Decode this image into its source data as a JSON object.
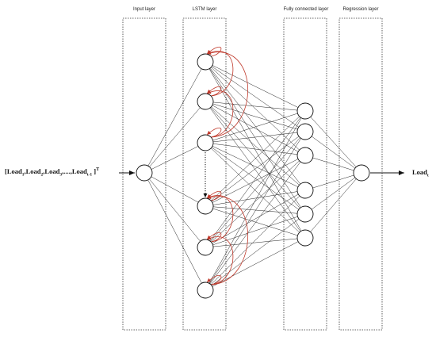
{
  "layers": {
    "input": "Input layer",
    "lstm": "LSTM layer",
    "fc": "Fully connected layer",
    "regression": "Regression layer"
  },
  "input_vector": {
    "open": "[",
    "load": "Load",
    "sub1": "1",
    "sub2": "2",
    "sub3": "3",
    "ellipsis": ",....,",
    "subt": "t-1",
    "close": " ]",
    "transpose": "T"
  },
  "output_label": {
    "load": "Load",
    "sub": "t"
  },
  "colors": {
    "recurrent": "#c0392b",
    "edge": "#222222"
  }
}
